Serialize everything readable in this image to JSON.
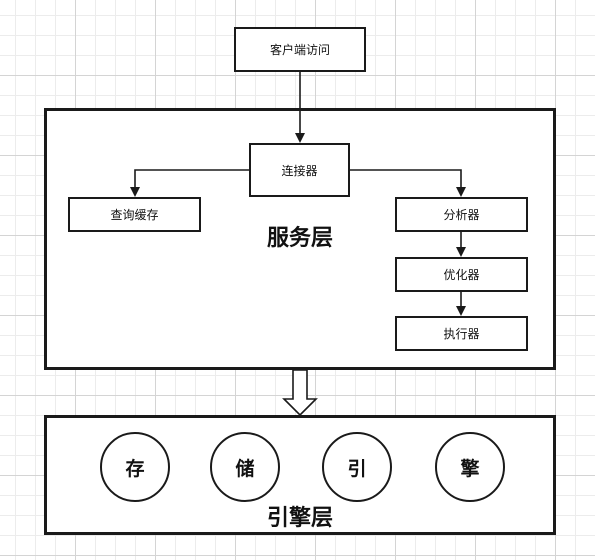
{
  "client": {
    "label": "客户端访问"
  },
  "service_layer": {
    "title": "服务层",
    "connector": "连接器",
    "query_cache": "查询缓存",
    "analyzer": "分析器",
    "optimizer": "优化器",
    "executor": "执行器"
  },
  "engine_layer": {
    "title": "引擎层",
    "chars": [
      "存",
      "储",
      "引",
      "擎"
    ]
  },
  "colors": {
    "stroke": "#1a1a1a",
    "background": "#ffffff"
  }
}
